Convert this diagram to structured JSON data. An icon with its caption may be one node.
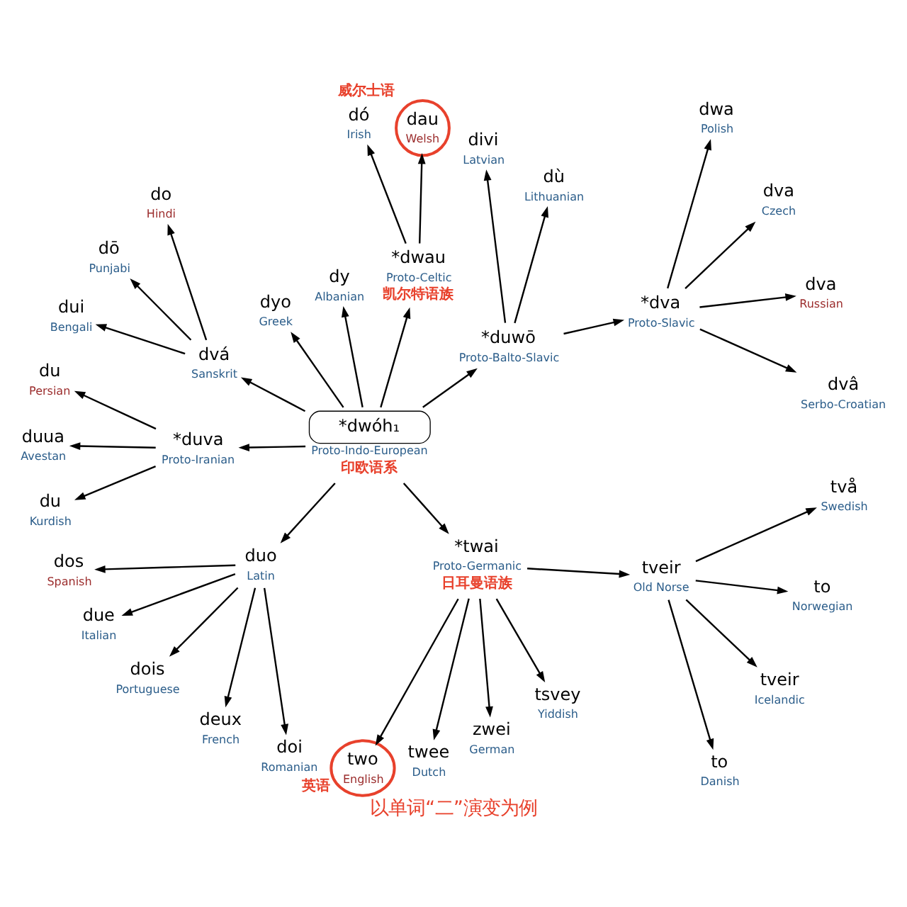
{
  "diagram": {
    "caption": "以单词“二”演变为例",
    "nodes": [
      {
        "text": [
          "*dwóh₁",
          "Proto-Indo-European"
        ],
        "beside": [
          "印欧语系"
        ]
      },
      {
        "text": [
          "*dva",
          "Proto-Slavic"
        ]
      },
      {
        "text": [
          "dvâ",
          "Serbo-Croatian"
        ]
      },
      {
        "text": [
          "dva",
          "Russian"
        ]
      },
      {
        "text": [
          "dva",
          "Czech"
        ]
      },
      {
        "text": [
          "dwa",
          "Polish"
        ]
      },
      {
        "text": [
          "*duwō",
          "Proto-Balto-Slavic"
        ]
      },
      {
        "text": [
          "dù",
          "Lithuanian"
        ]
      },
      {
        "text": [
          "divi",
          "Latvian"
        ]
      },
      {
        "text": [
          "*dwau",
          "Proto-Celtic"
        ],
        "beside": [
          "凯尔特语族"
        ]
      },
      {
        "text": [
          "dau",
          "Welsh"
        ],
        "beside": [
          "威尔士语"
        ]
      },
      {
        "text": [
          "dó",
          "Irish"
        ]
      },
      {
        "text": [
          "dy",
          "Albanian"
        ]
      },
      {
        "text": [
          "dyo",
          "Greek"
        ]
      },
      {
        "text": [
          "dvá",
          "Sanskrit"
        ]
      },
      {
        "text": [
          "do",
          "Hindi"
        ]
      },
      {
        "text": [
          "dō",
          "Punjabi"
        ]
      },
      {
        "text": [
          "dui",
          "Bengali"
        ]
      },
      {
        "text": [
          "*duva",
          "Proto-Iranian"
        ]
      },
      {
        "text": [
          "du",
          "Persian"
        ]
      },
      {
        "text": [
          "duua",
          "Avestan"
        ]
      },
      {
        "text": [
          "du",
          "Kurdish"
        ]
      },
      {
        "text": [
          "duo",
          "Latin"
        ]
      },
      {
        "text": [
          "dos",
          "Spanish"
        ]
      },
      {
        "text": [
          "due",
          "Italian"
        ]
      },
      {
        "text": [
          "dois",
          "Portuguese"
        ]
      },
      {
        "text": [
          "deux",
          "French"
        ]
      },
      {
        "text": [
          "doi",
          "Romanian"
        ]
      },
      {
        "text": [
          "*twai",
          "Proto-Germanic"
        ],
        "beside": [
          "日耳曼语族"
        ]
      },
      {
        "text": [
          "two",
          "English"
        ],
        "beside": [
          "英语"
        ]
      },
      {
        "text": [
          "twee",
          "Dutch"
        ]
      },
      {
        "text": [
          "zwei",
          "German"
        ]
      },
      {
        "text": [
          "tsvey",
          "Yiddish"
        ]
      },
      {
        "text": [
          "tveir",
          "Old Norse"
        ]
      },
      {
        "text": [
          "to",
          "Danish"
        ]
      },
      {
        "text": [
          "tveir",
          "Icelandic"
        ]
      },
      {
        "text": [
          "to",
          "Norwegian"
        ]
      },
      {
        "text": [
          "två",
          "Swedish"
        ]
      }
    ],
    "edges": [
      {
        "from": 0,
        "to": 6,
        "arrow": "to"
      },
      {
        "from": 6,
        "to": 1,
        "arrow": "to"
      },
      {
        "from": 6,
        "to": 7,
        "arrow": "to"
      },
      {
        "from": 6,
        "to": 8,
        "arrow": "to"
      },
      {
        "from": 1,
        "to": 2,
        "arrow": "to"
      },
      {
        "from": 1,
        "to": 3,
        "arrow": "to"
      },
      {
        "from": 1,
        "to": 4,
        "arrow": "to"
      },
      {
        "from": 1,
        "to": 5,
        "arrow": "to"
      },
      {
        "from": 0,
        "to": 9,
        "arrow": "to"
      },
      {
        "from": 9,
        "to": 10,
        "arrow": "to"
      },
      {
        "from": 9,
        "to": 11,
        "arrow": "to"
      },
      {
        "from": 0,
        "to": 12,
        "arrow": "to"
      },
      {
        "from": 0,
        "to": 13,
        "arrow": "to"
      },
      {
        "from": 0,
        "to": 14,
        "arrow": "to"
      },
      {
        "from": 14,
        "to": 15,
        "arrow": "to"
      },
      {
        "from": 14,
        "to": 16,
        "arrow": "to"
      },
      {
        "from": 14,
        "to": 17,
        "arrow": "to"
      },
      {
        "from": 0,
        "to": 18,
        "arrow": "to"
      },
      {
        "from": 18,
        "to": 19,
        "arrow": "to"
      },
      {
        "from": 18,
        "to": 20,
        "arrow": "to"
      },
      {
        "from": 18,
        "to": 21,
        "arrow": "to"
      },
      {
        "from": 0,
        "to": 22,
        "arrow": "to"
      },
      {
        "from": 22,
        "to": 23,
        "arrow": "to"
      },
      {
        "from": 22,
        "to": 24,
        "arrow": "to"
      },
      {
        "from": 22,
        "to": 25,
        "arrow": "to"
      },
      {
        "from": 22,
        "to": 26,
        "arrow": "to"
      },
      {
        "from": 22,
        "to": 27,
        "arrow": "to"
      },
      {
        "from": 0,
        "to": 28,
        "arrow": "to"
      },
      {
        "from": 28,
        "to": 29,
        "arrow": "to"
      },
      {
        "from": 28,
        "to": 30,
        "arrow": "to"
      },
      {
        "from": 28,
        "to": 31,
        "arrow": "to"
      },
      {
        "from": 28,
        "to": 32,
        "arrow": "to"
      },
      {
        "from": 28,
        "to": 33,
        "arrow": "to"
      },
      {
        "from": 33,
        "to": 34,
        "arrow": "to"
      },
      {
        "from": 33,
        "to": 35,
        "arrow": "to"
      },
      {
        "from": 33,
        "to": 36,
        "arrow": "to"
      },
      {
        "from": 33,
        "to": 37,
        "arrow": "to"
      }
    ]
  }
}
